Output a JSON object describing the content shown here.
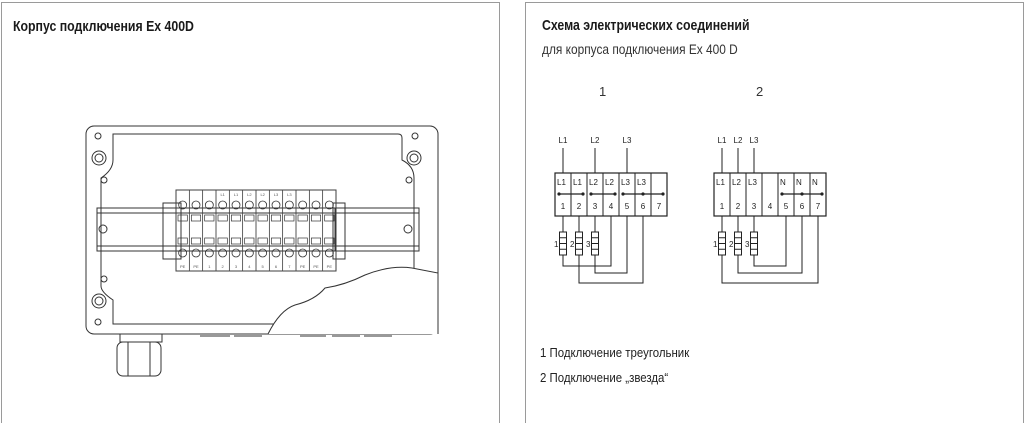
{
  "left": {
    "title": "Корпус подключения Ex 400D",
    "terminal_top_labels": [
      "L1",
      "L1",
      "L2",
      "L2",
      "L3",
      "L3"
    ],
    "terminal_bottom_labels": [
      "PE",
      "PE",
      "1",
      "2",
      "3",
      "4",
      "5",
      "6",
      "7",
      "PE",
      "PE",
      "PE"
    ]
  },
  "right": {
    "title": "Схема электрических соединений",
    "subtitle": "для корпуса подключения  Ex 400 D",
    "diagram1": {
      "number": "1",
      "lines": [
        "L1",
        "L2",
        "L3"
      ],
      "cells": [
        "L1",
        "L1",
        "L2",
        "L2",
        "L3",
        "L3",
        ""
      ],
      "terminals": [
        "1",
        "2",
        "3",
        "4",
        "5",
        "6",
        "7"
      ],
      "coils": [
        "1",
        "2",
        "3"
      ]
    },
    "diagram2": {
      "number": "2",
      "lines": [
        "L1",
        "L2",
        "L3"
      ],
      "cells": [
        "L1",
        "L2",
        "L3",
        "",
        "N",
        "N",
        "N"
      ],
      "terminals": [
        "1",
        "2",
        "3",
        "4",
        "5",
        "6",
        "7"
      ],
      "coils": [
        "1",
        "2",
        "3"
      ]
    },
    "legend": [
      "1 Подключение треугольник",
      "2 Подключение „звезда“"
    ]
  }
}
